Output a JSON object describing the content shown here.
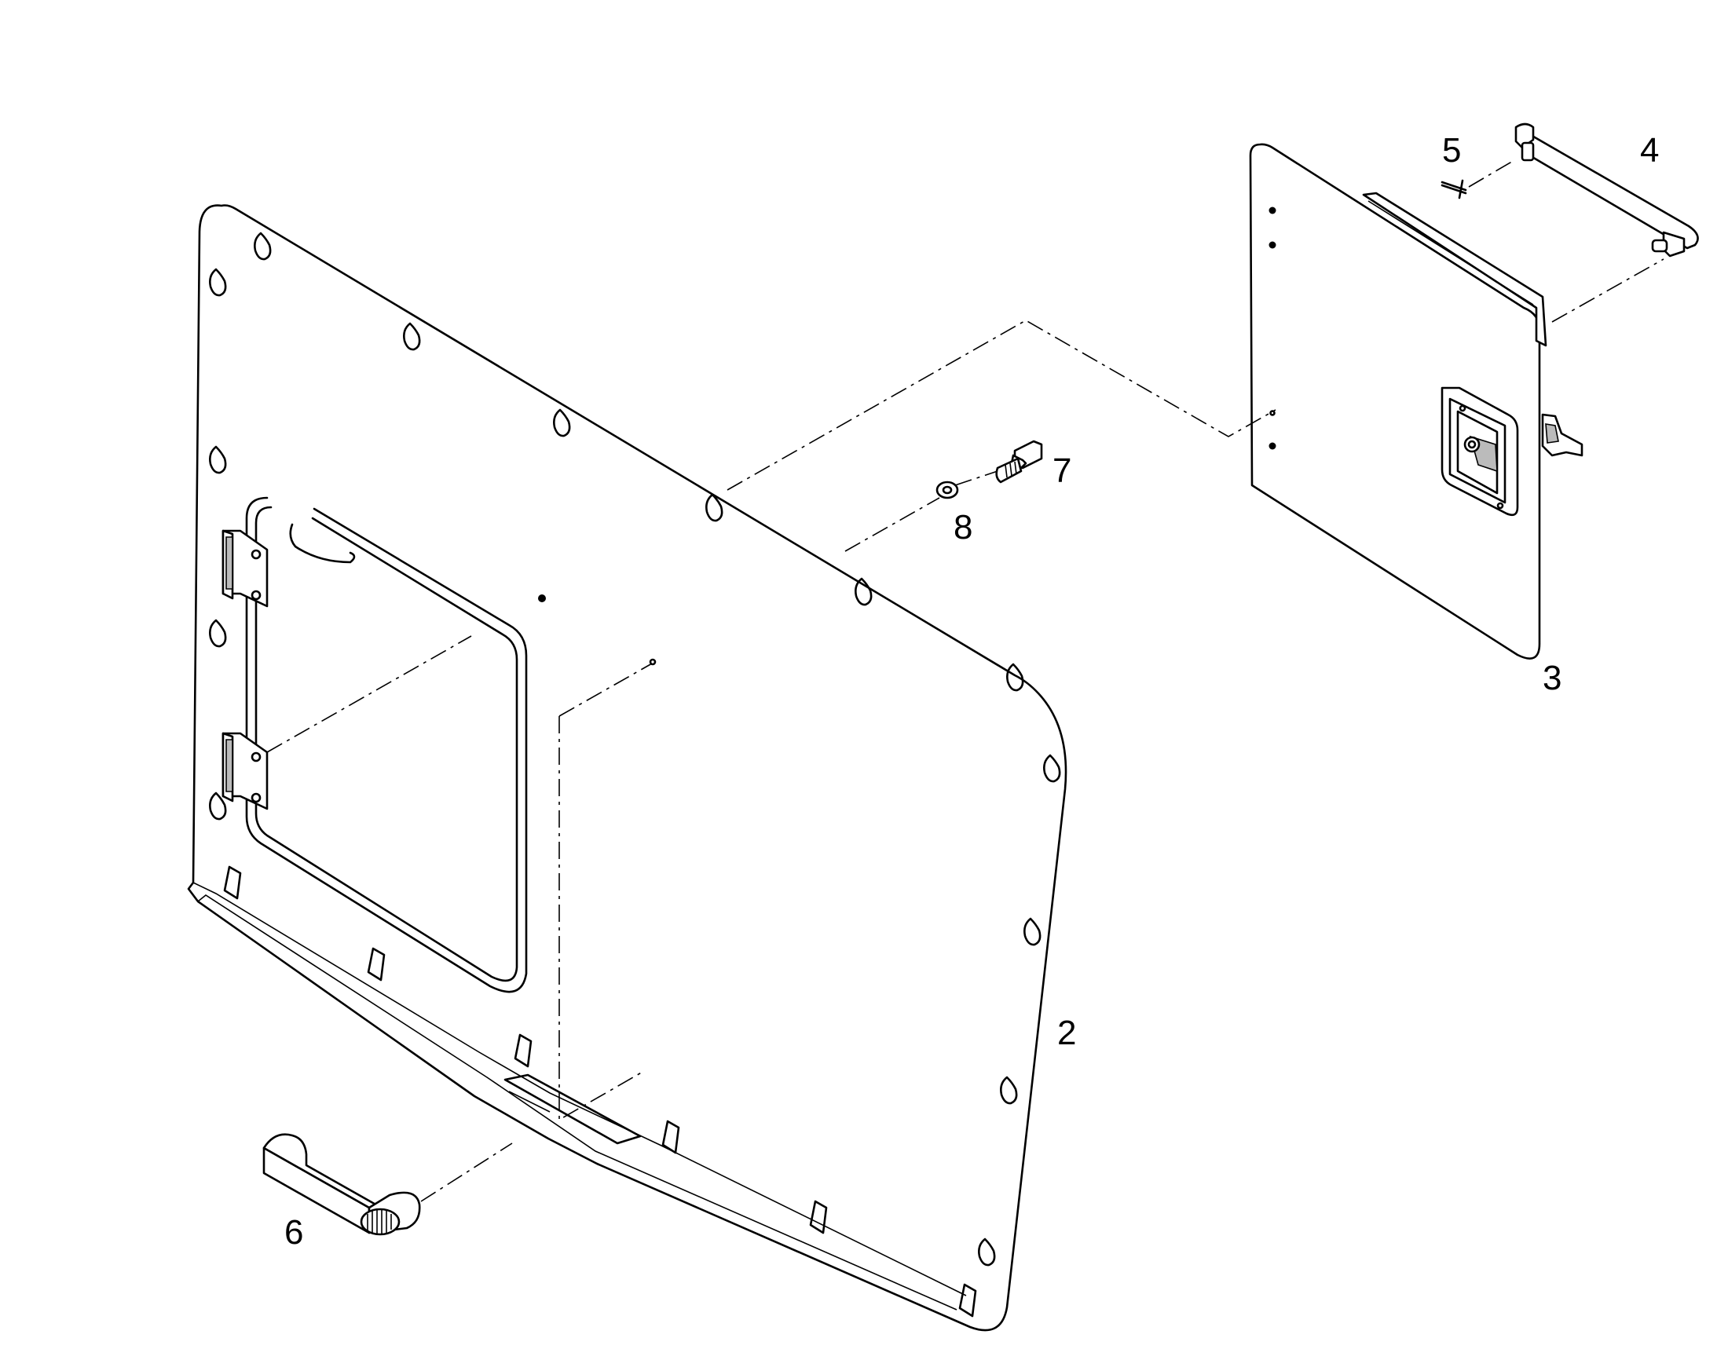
{
  "callouts": [
    {
      "id": "2",
      "text": "2"
    },
    {
      "id": "3",
      "text": "3"
    },
    {
      "id": "4",
      "text": "4"
    },
    {
      "id": "5",
      "text": "5"
    },
    {
      "id": "6",
      "text": "6"
    },
    {
      "id": "7",
      "text": "7"
    },
    {
      "id": "8",
      "text": "8"
    }
  ],
  "parts": {
    "large_panel": "panel-2",
    "access_cover": "cover-3",
    "hinge_pin": "pin-4",
    "cotter_pin": "cotter-5",
    "grab_handle": "handle-6",
    "bolt": "bolt-7",
    "washer": "washer-8"
  }
}
